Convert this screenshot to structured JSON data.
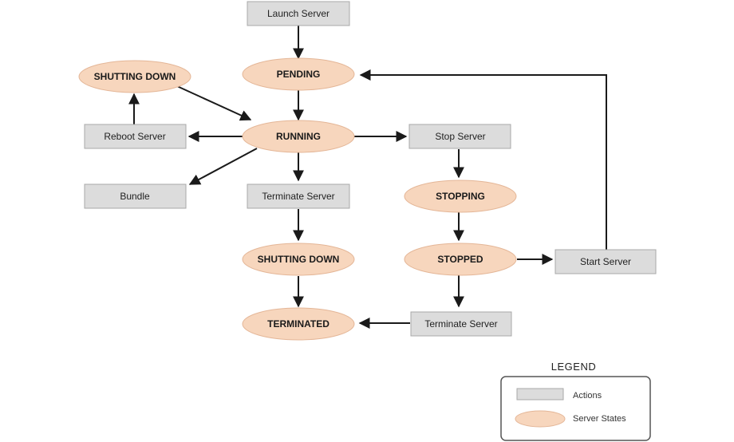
{
  "colors": {
    "action_fill": "#dcdcdc",
    "action_stroke": "#a8a8a8",
    "state_fill": "#f7d6bd",
    "state_stroke": "#e4b697",
    "edge": "#1a1a1a"
  },
  "actions": {
    "launch_server": "Launch Server",
    "reboot_server": "Reboot Server",
    "stop_server": "Stop Server",
    "bundle": "Bundle",
    "terminate_server_left": "Terminate Server",
    "start_server": "Start Server",
    "terminate_server_right": "Terminate Server"
  },
  "states": {
    "pending": "PENDING",
    "shutting_down_top": "SHUTTING DOWN",
    "running": "RUNNING",
    "stopping": "STOPPING",
    "shutting_down_mid": "SHUTTING DOWN",
    "stopped": "STOPPED",
    "terminated": "TERMINATED"
  },
  "legend": {
    "title": "LEGEND",
    "actions_label": "Actions",
    "states_label": "Server States"
  }
}
